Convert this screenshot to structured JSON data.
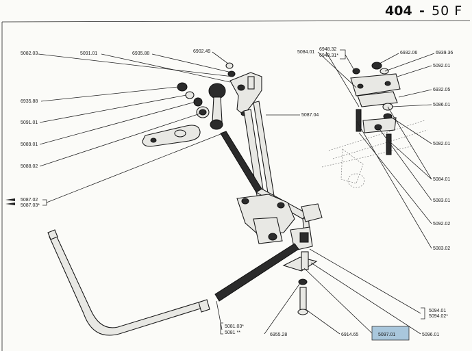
{
  "header": {
    "model": "404",
    "separator": "-",
    "section": "50 F"
  },
  "labels_left": {
    "l_508203": "5082.03",
    "l_509101_top": "5091.01",
    "l_693588_top": "6935.88",
    "l_690249": "6902.49",
    "l_693588_left": "6935.88",
    "l_509101_left": "5091.01",
    "l_508901": "5089.01",
    "l_508802": "5088.02",
    "l_508704": "5087.04",
    "l_508702": "5087.02",
    "l_508703": "5087.03*"
  },
  "labels_right": {
    "l_508401_top": "5084.01",
    "l_694832": "6948.32",
    "l_694831": "6948.31*",
    "l_693206": "6932.06",
    "l_693936": "6939.36",
    "l_509201": "5092.01",
    "l_693205": "6932.05",
    "l_508601": "5086.01",
    "l_508201": "5082.01",
    "l_508401": "5084.01",
    "l_508301": "5083.01",
    "l_509202": "5092.02",
    "l_508302": "5083.02"
  },
  "labels_bottom": {
    "l_509401": "5094.01",
    "l_509402": "5094.02*",
    "l_509601": "5096.01",
    "l_509701": "5097.01",
    "l_691465": "6914.65",
    "l_695528": "6955.28",
    "l_508103": "5081.03*",
    "l_5081": "5081 **"
  },
  "colors": {
    "highlight": "#a9c7dc",
    "ink": "#1a1a1a"
  }
}
